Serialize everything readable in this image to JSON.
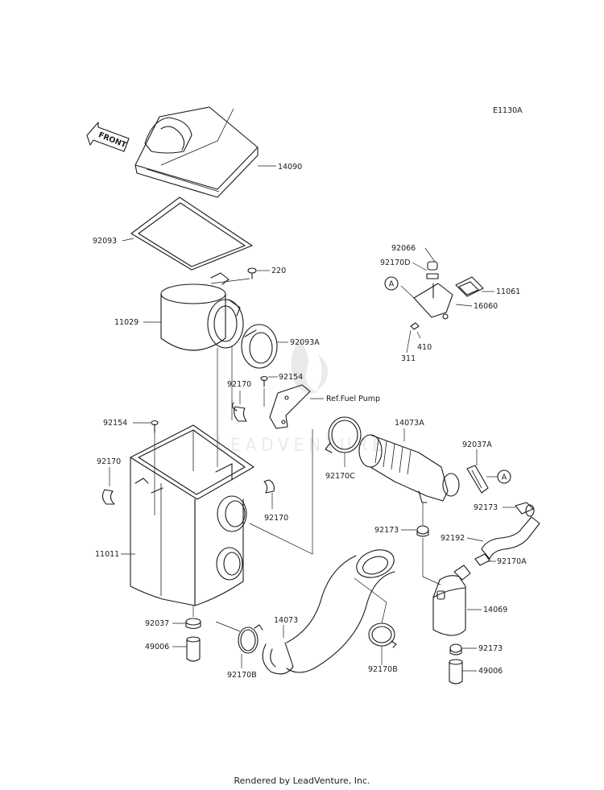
{
  "diagram_id": "E1130A",
  "front_label": "FRONT",
  "watermark_text": "LEADVENTURE",
  "footer_text": "Rendered by LeadVenture, Inc.",
  "callout_a": "A",
  "parts": {
    "p14090": "14090",
    "p92093": "92093",
    "p220": "220",
    "p11029": "11029",
    "p92093A": "92093A",
    "p92066": "92066",
    "p92170D": "92170D",
    "p11061": "11061",
    "p16060": "16060",
    "p311": "311",
    "p410": "410",
    "p92170_top": "92170",
    "p92154_top": "92154",
    "ref_fuel_pump": "Ref.Fuel Pump",
    "p92154_left": "92154",
    "p14073A": "14073A",
    "p92170_left": "92170",
    "p92170C": "92170C",
    "p92037A": "92037A",
    "p92170_mid": "92170",
    "p92173_right": "92173",
    "p92173_mid": "92173",
    "p92192": "92192",
    "p92170A": "92170A",
    "p11011": "11011",
    "p14069": "14069",
    "p92037": "92037",
    "p14073": "14073",
    "p49006_left": "49006",
    "p92173_low": "92173",
    "p92170B_left": "92170B",
    "p92170B_right": "92170B",
    "p49006_right": "49006"
  }
}
